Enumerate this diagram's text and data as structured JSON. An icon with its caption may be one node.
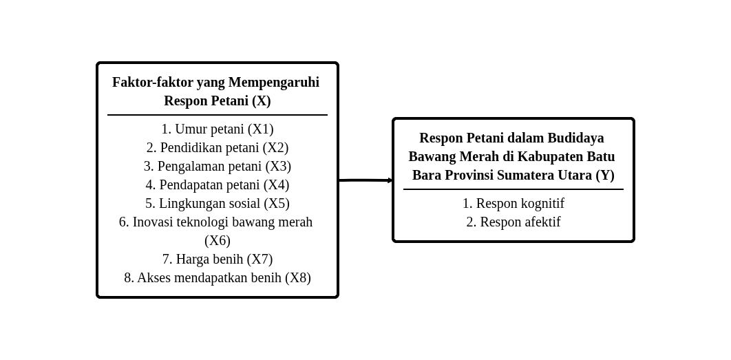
{
  "diagram": {
    "nodes": [
      {
        "text": [
          "Faktor-faktor yang Mempengaruhi Respon Petani (X)",
          "1. Umur petani (X1)",
          "2. Pendidikan petani (X2)",
          "3. Pengalaman petani (X3)",
          "4. Pendapatan petani (X4)",
          "5. Lingkungan sosial (X5)",
          "6. Inovasi teknologi bawang merah (X6)",
          "7. Harga benih (X7)",
          "8. Akses mendapatkan benih (X8)"
        ]
      },
      {
        "text": [
          "Respon Petani dalam Budidaya Bawang Merah di Kabupaten Batu Bara Provinsi Sumatera Utara (Y)",
          "1. Respon kognitif",
          "2. Respon afektif"
        ]
      }
    ],
    "edges": [
      {
        "from": 0,
        "to": 1,
        "arrow": "to"
      }
    ]
  }
}
